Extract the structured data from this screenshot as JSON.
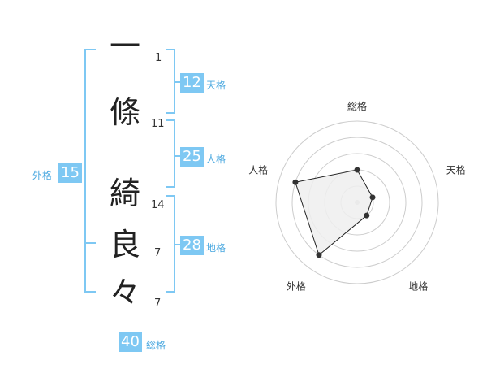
{
  "name": {
    "characters": [
      {
        "char": "一",
        "strokes": "1"
      },
      {
        "char": "條",
        "strokes": "11"
      },
      {
        "char": "綺",
        "strokes": "14"
      },
      {
        "char": "良",
        "strokes": "7"
      },
      {
        "char": "々",
        "strokes": "7"
      }
    ]
  },
  "fortune": {
    "tenkaku": {
      "value": "12",
      "label": "天格"
    },
    "jinkaku": {
      "value": "25",
      "label": "人格"
    },
    "chikaku": {
      "value": "28",
      "label": "地格"
    },
    "gaikaku": {
      "value": "15",
      "label": "外格"
    },
    "soukaku": {
      "value": "40",
      "label": "総格"
    }
  },
  "radar": {
    "axes": [
      "総格",
      "天格",
      "地格",
      "外格",
      "人格"
    ],
    "levels": [
      1,
      2,
      3,
      4,
      5
    ],
    "values": [
      2,
      1,
      1,
      4,
      4
    ],
    "max": 5,
    "line_color": "#222222",
    "fill_color": "#eeeeee",
    "grid_color": "#cccccc"
  },
  "colors": {
    "accent": "#7ec8f3",
    "accent_text": "#4aa8e0"
  }
}
